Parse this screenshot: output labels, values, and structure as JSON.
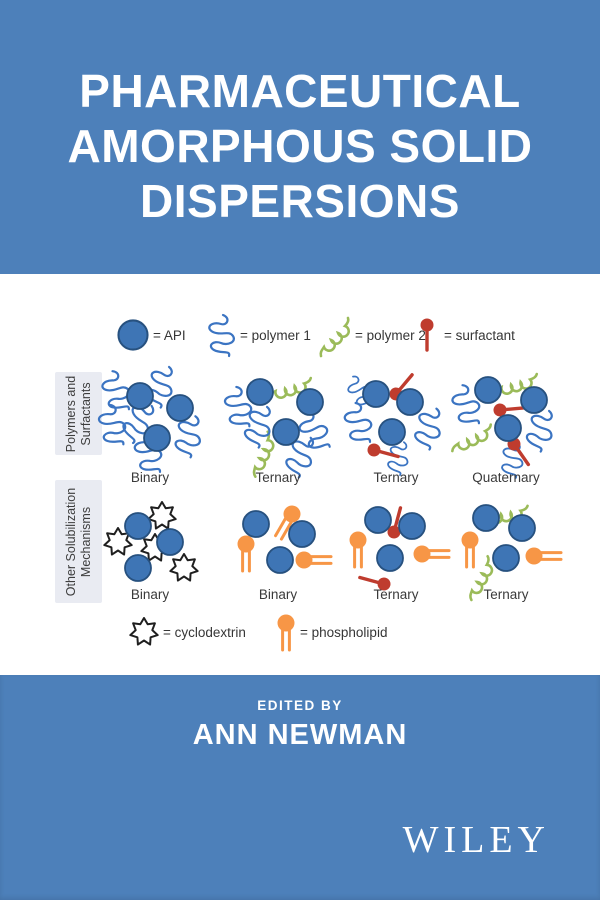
{
  "cover": {
    "title_lines": [
      "PHARMACEUTICAL",
      "AMORPHOUS SOLID",
      "DISPERSIONS"
    ],
    "edited_by_label": "EDITED BY",
    "editor_name": "ANN NEWMAN",
    "publisher": "WILEY"
  },
  "colors": {
    "band_blue": "#4d80ba",
    "api_fill": "#3e75b5",
    "api_stroke": "#27517f",
    "polymer1_blue": "#3b74c2",
    "polymer2_green": "#9bbb59",
    "surfactant_red": "#bf3c2e",
    "phospholipid_orange": "#f79646",
    "cyclodextrin_stroke": "#1f1f1f",
    "row_label_bg": "#e9ebf2",
    "diagram_text": "#3a3a3a"
  },
  "diagram": {
    "legend_top": [
      {
        "icon": "api-icon",
        "label": "= API"
      },
      {
        "icon": "polymer1-icon",
        "label": "= polymer 1"
      },
      {
        "icon": "polymer2-icon",
        "label": "= polymer 2"
      },
      {
        "icon": "surfactant-icon",
        "label": "= surfactant"
      }
    ],
    "rows": [
      {
        "row_label_lines": [
          "Polymers and",
          "Surfactants"
        ],
        "clusters": [
          {
            "label": "Binary",
            "components": [
              "API",
              "polymer 1"
            ]
          },
          {
            "label": "Ternary",
            "components": [
              "API",
              "polymer 1",
              "polymer 2"
            ]
          },
          {
            "label": "Ternary",
            "components": [
              "API",
              "polymer 1",
              "surfactant"
            ]
          },
          {
            "label": "Quaternary",
            "components": [
              "API",
              "polymer 1",
              "polymer 2",
              "surfactant"
            ]
          }
        ]
      },
      {
        "row_label_lines": [
          "Other Solubilization",
          "Mechanisms"
        ],
        "clusters": [
          {
            "label": "Binary",
            "components": [
              "API",
              "cyclodextrin"
            ]
          },
          {
            "label": "Binary",
            "components": [
              "API",
              "phospholipid"
            ]
          },
          {
            "label": "Ternary",
            "components": [
              "API",
              "phospholipid",
              "surfactant"
            ]
          },
          {
            "label": "Ternary",
            "components": [
              "API",
              "phospholipid",
              "polymer 2"
            ]
          }
        ]
      }
    ],
    "legend_bottom": [
      {
        "icon": "cyclodextrin-icon",
        "label": "= cyclodextrin"
      },
      {
        "icon": "phospholipid-icon",
        "label": "= phospholipid"
      }
    ]
  }
}
